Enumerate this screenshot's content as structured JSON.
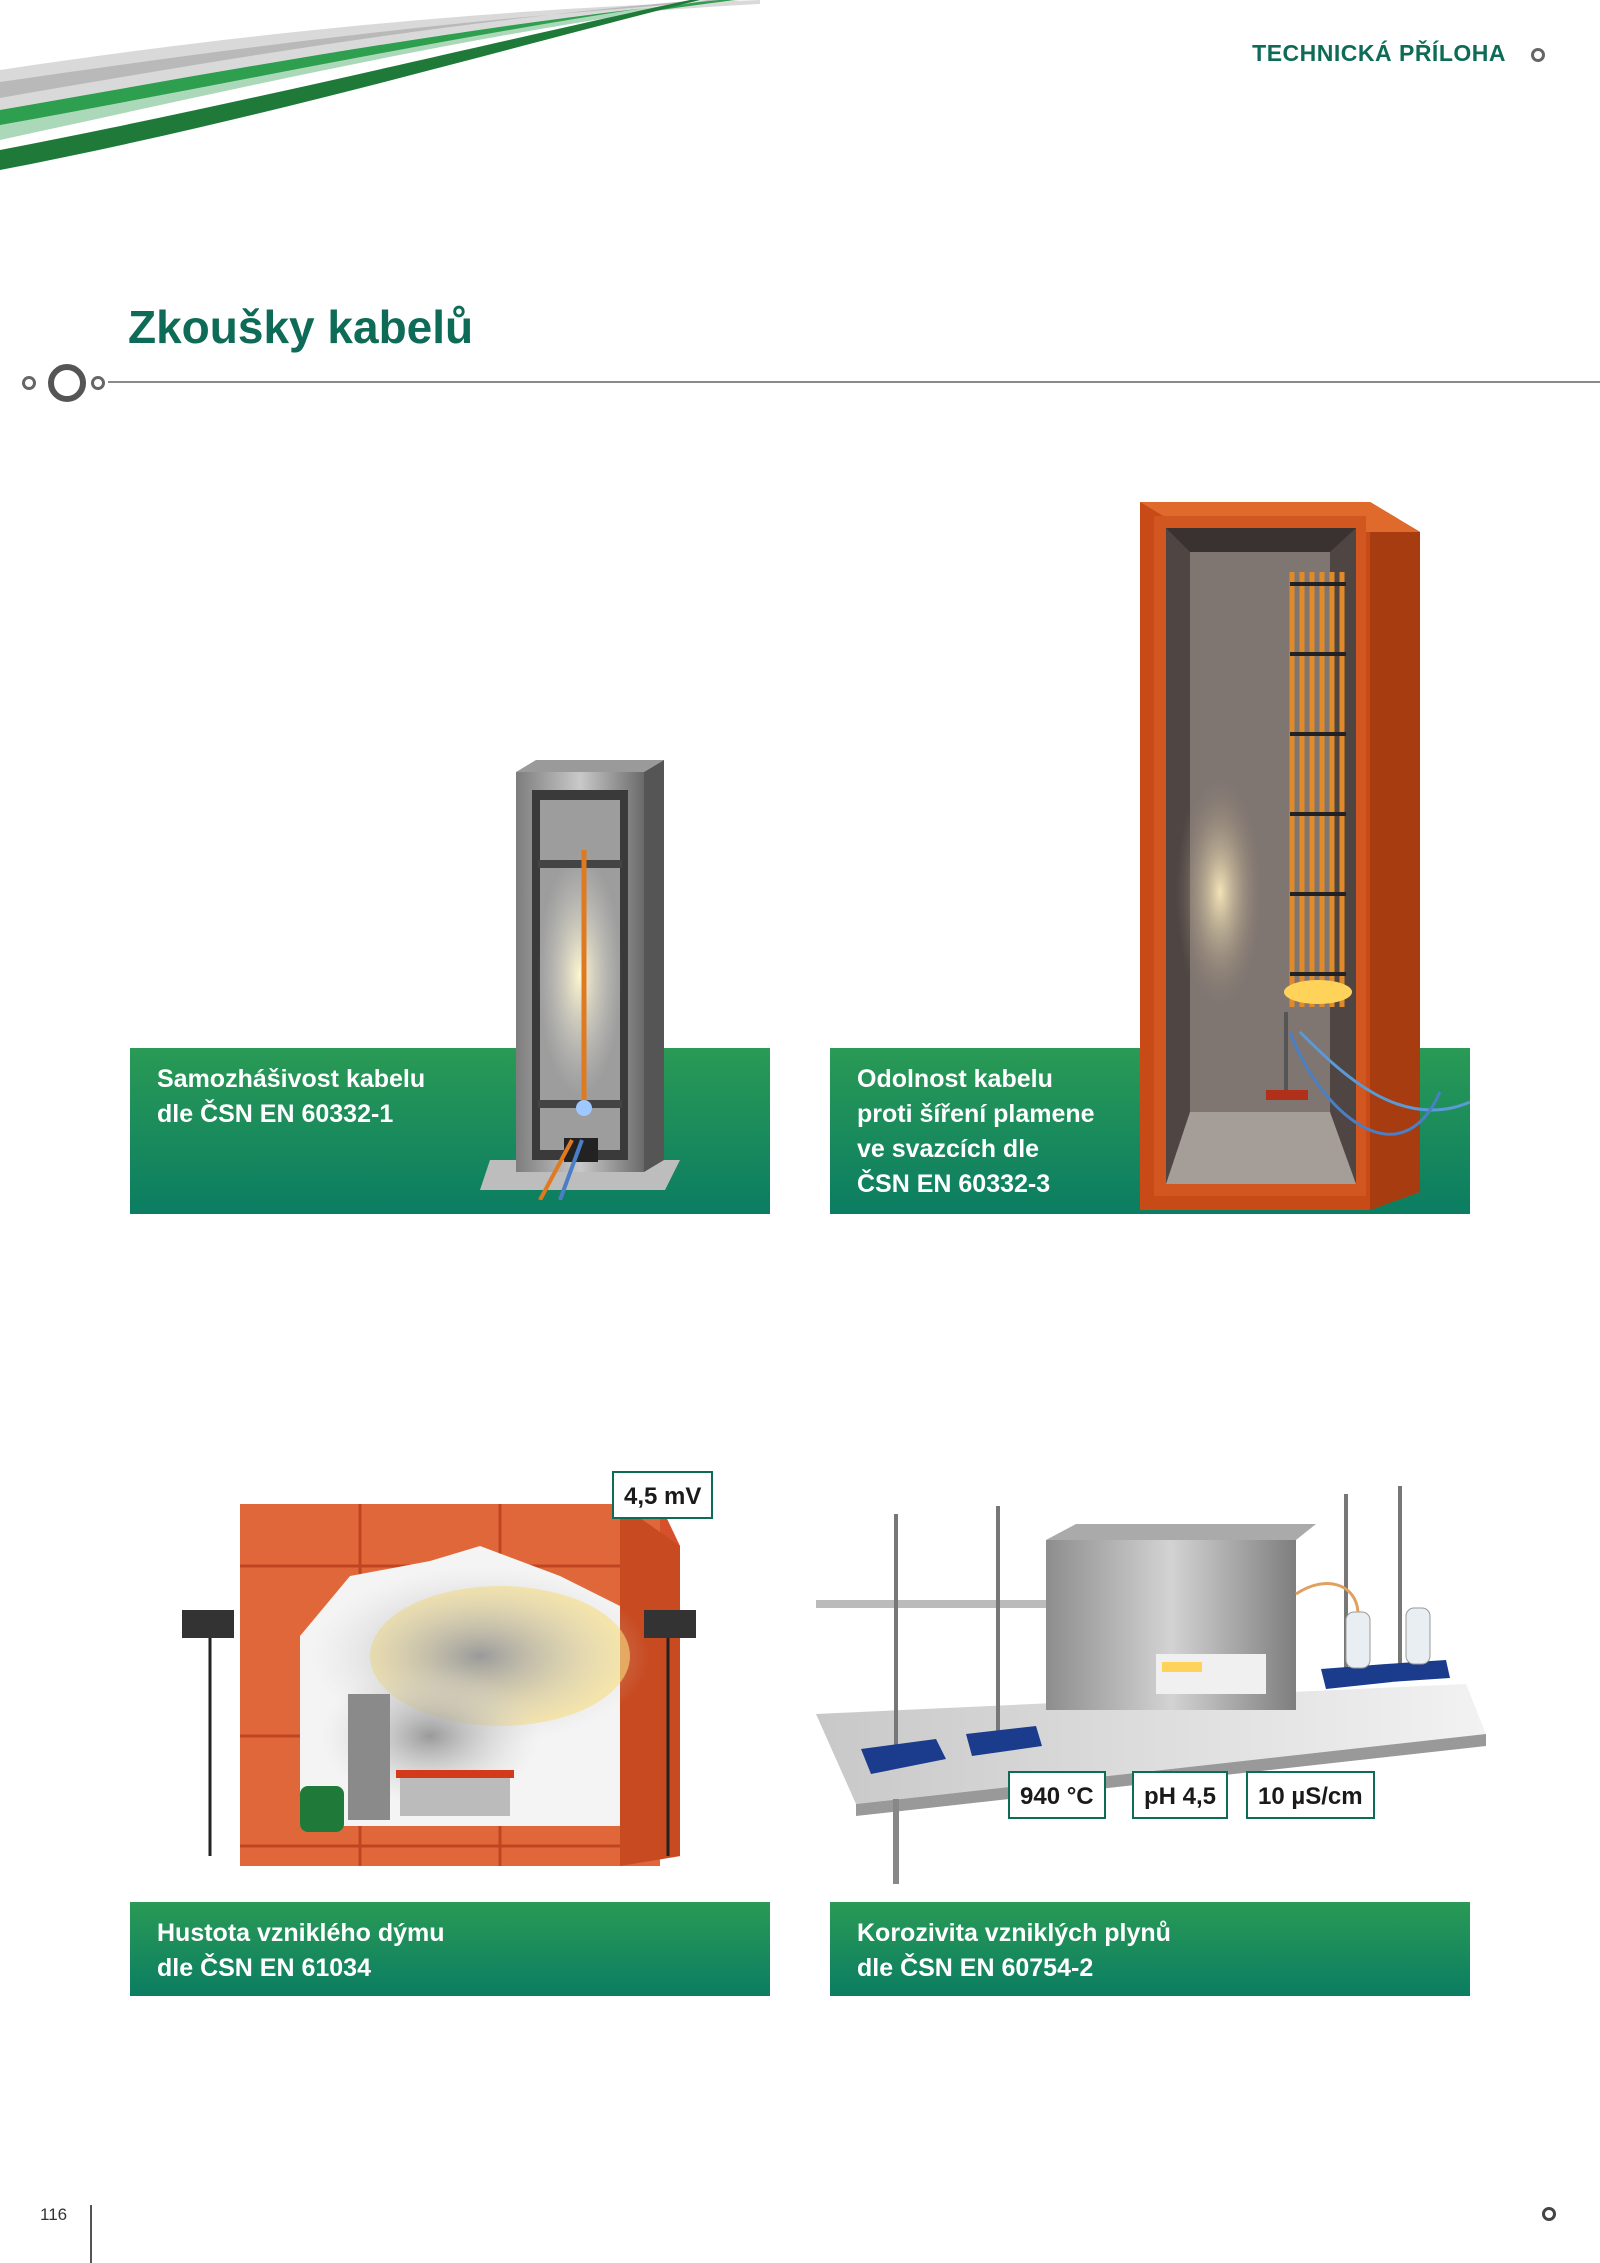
{
  "header": {
    "section_label": "TECHNICKÁ PŘÍLOHA"
  },
  "page": {
    "title": "Zkoušky kabelů",
    "number": "116"
  },
  "tests": [
    {
      "label": "Samozhášivost kabelu\ndle ČSN EN 60332-1"
    },
    {
      "label": "Odolnost kabelu\nproti šíření plamene\nve svazcích dle\nČSN EN 60332-3"
    },
    {
      "label": "Hustota vzniklého dýmu\ndle ČSN EN 61034",
      "readouts": [
        "4,5 mV"
      ]
    },
    {
      "label": "Korozivita vzniklých plynů\ndle ČSN EN 60754-2",
      "readouts": [
        "940 °C",
        "pH 4,5",
        "10 µS/cm"
      ]
    }
  ],
  "colors": {
    "brand_green": "#0e6b57",
    "bar_green_top": "#2a9a55",
    "bar_green_bottom": "#0b7d62",
    "cabinet_orange": "#d2561f"
  }
}
